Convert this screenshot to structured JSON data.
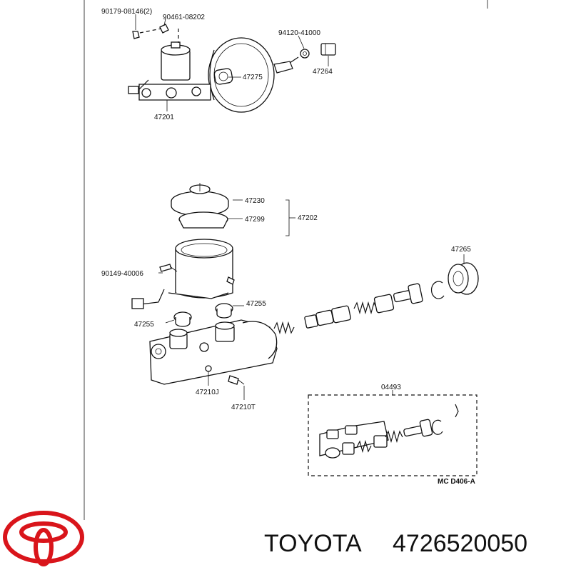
{
  "diagram": {
    "labels": {
      "p90179": "90179-08146(2)",
      "p90461": "90461-08202",
      "p94120": "94120-41000",
      "p47275": "47275",
      "p47264": "47264",
      "p47201": "47201",
      "p47230": "47230",
      "p47299": "47299",
      "p47202": "47202",
      "p47265": "47265",
      "p90149": "90149-40006",
      "p47255a": "47255",
      "p47255b": "47255",
      "p47210j": "47210J",
      "p47210t": "47210T",
      "p04493": "04493",
      "figure_code": "MC D406-A"
    }
  },
  "brand": {
    "name": "TOYOTA",
    "part_number": "4726520050",
    "logo_color": "#d9151b"
  }
}
